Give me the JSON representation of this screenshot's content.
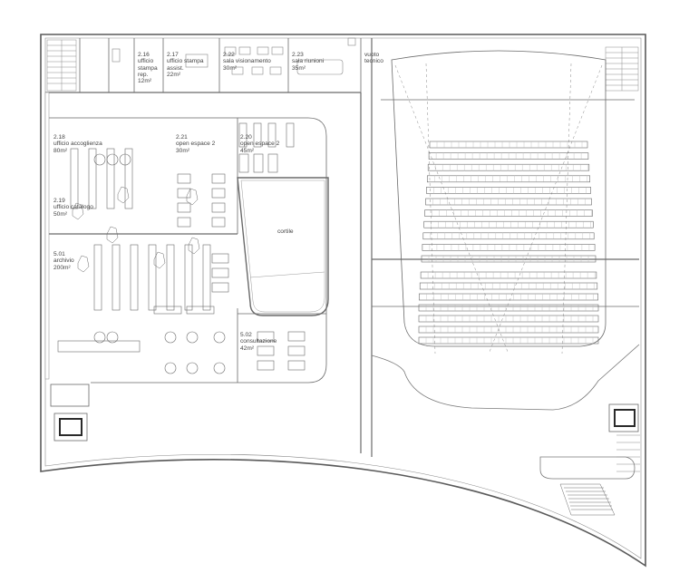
{
  "plan": {
    "colors": {
      "line": "#6a6a6a",
      "fine": "#b8b8b8",
      "text": "#444444",
      "dark": "#2a2a2a"
    },
    "rooms": [
      {
        "id": "r216",
        "lines": [
          "2.16",
          "ufficio",
          "stampa",
          "rep.",
          "12m²"
        ]
      },
      {
        "id": "r217",
        "lines": [
          "2.17",
          "ufficio stampa",
          "assist.",
          "22m²"
        ]
      },
      {
        "id": "r222",
        "lines": [
          "2.22",
          "sala visionamento",
          "30m²"
        ]
      },
      {
        "id": "r223",
        "lines": [
          "2.23",
          "sala riunioni",
          "35m²"
        ]
      },
      {
        "id": "rvuoto",
        "lines": [
          "vuoto",
          "tecnico"
        ]
      },
      {
        "id": "r218",
        "lines": [
          "2.18",
          "ufficio accoglienza",
          "80m²"
        ]
      },
      {
        "id": "r221",
        "lines": [
          "2.21",
          "open espace 2",
          "30m²"
        ]
      },
      {
        "id": "r220",
        "lines": [
          "2.20",
          "open espace 2",
          "45m²"
        ]
      },
      {
        "id": "r219",
        "lines": [
          "2.19",
          "ufficio catalogo",
          "50m²"
        ]
      },
      {
        "id": "r501",
        "lines": [
          "5.01",
          "archivio",
          "200m²"
        ]
      },
      {
        "id": "r502",
        "lines": [
          "5.02",
          "consultazione",
          "42m²"
        ]
      }
    ],
    "cortile": "cortile"
  }
}
